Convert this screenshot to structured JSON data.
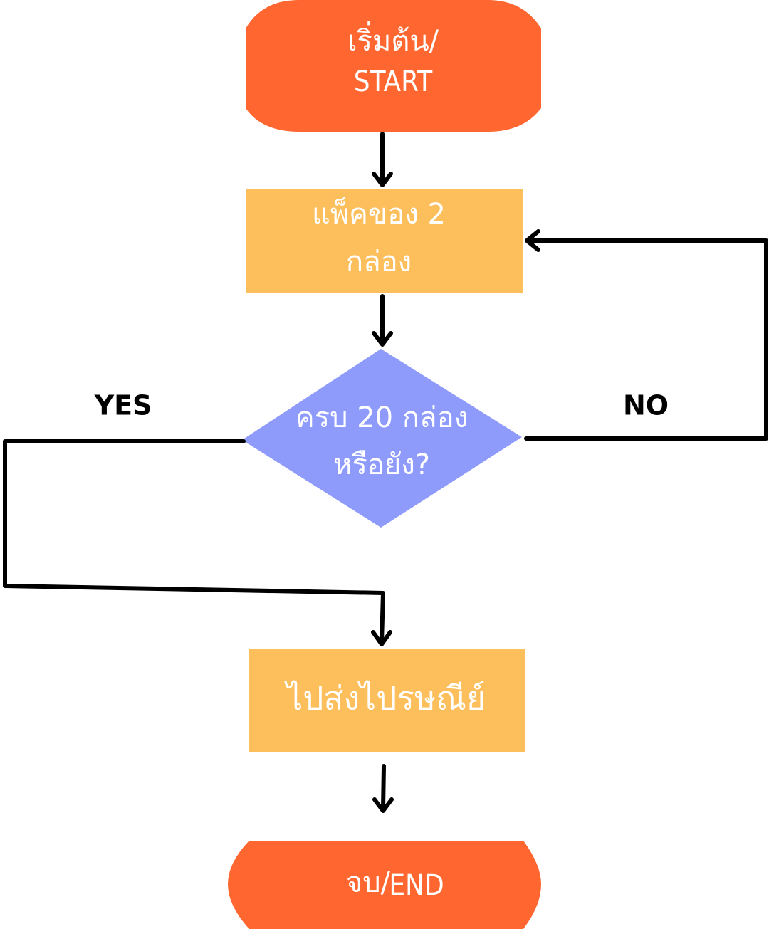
{
  "nodes": {
    "start": {
      "line1": "เริ่มต้น/",
      "line2": "START"
    },
    "pack": {
      "line1": "แพ็คของ 2",
      "line2": "กล่อง"
    },
    "decision": {
      "line1": "ครบ 20 กล่อง",
      "line2": "หรือยัง?"
    },
    "send": {
      "label": "ไปส่งไปรษณีย์"
    },
    "end": {
      "label_th": "จบ/",
      "label_en": "END"
    }
  },
  "edges": {
    "yes_label": "YES",
    "no_label": "NO"
  },
  "colors": {
    "terminal": "#FF6630",
    "process": "#FDBE5C",
    "decision": "#8E9BFB",
    "line": "#000000",
    "node_text": "#FFFFFF"
  }
}
